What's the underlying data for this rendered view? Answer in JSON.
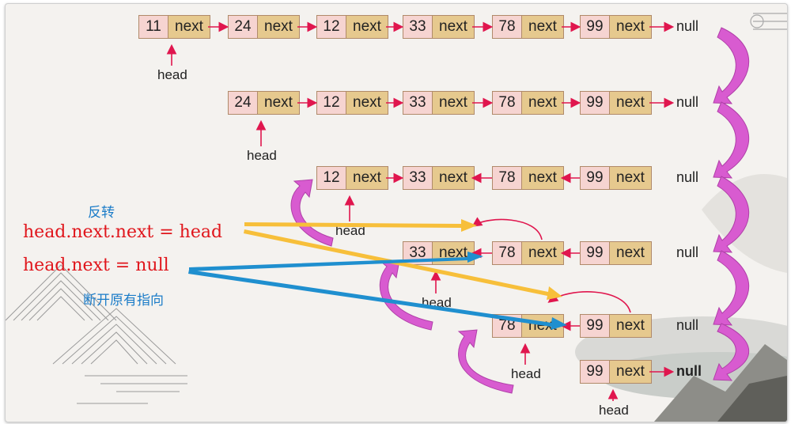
{
  "rows": [
    {
      "values": [
        "11",
        "24",
        "12",
        "33",
        "78",
        "99"
      ],
      "next_label": "next",
      "null_label": "null",
      "head_label": "head"
    },
    {
      "values": [
        "24",
        "12",
        "33",
        "78",
        "99"
      ],
      "next_label": "next",
      "null_label": "null",
      "head_label": "head"
    },
    {
      "values": [
        "12",
        "33",
        "78",
        "99"
      ],
      "next_label": "next",
      "null_label": "null",
      "head_label": "head"
    },
    {
      "values": [
        "33",
        "78",
        "99"
      ],
      "next_label": "next",
      "null_label": "null",
      "head_label": "head"
    },
    {
      "values": [
        "78",
        "99"
      ],
      "next_label": "next",
      "null_label": "null",
      "head_label": "head"
    },
    {
      "values": [
        "99"
      ],
      "next_label": "next",
      "null_label": "null",
      "head_label": "head"
    }
  ],
  "annotations": {
    "reverse": "反转",
    "code_line1": "head.next.next = head",
    "code_line2": "head.next = null",
    "break_note": "断开原有指向"
  },
  "colors": {
    "pointer_arrow": "#e0164e",
    "curve_arrow": "#d85bd0",
    "yellow_arrow": "#f7bf3a",
    "blue_arrow": "#1f8fcf",
    "code_text": "#e0161c",
    "note_text": "#1b7cc8"
  }
}
